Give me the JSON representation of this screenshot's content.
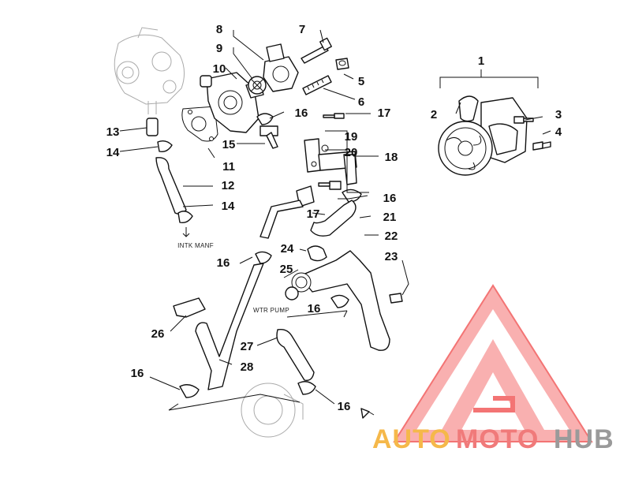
{
  "diagram": {
    "callouts": [
      "1",
      "2",
      "3",
      "4",
      "5",
      "6",
      "7",
      "8",
      "9",
      "10",
      "11",
      "12",
      "13",
      "14",
      "14",
      "15",
      "16",
      "16",
      "16",
      "16",
      "16",
      "16",
      "17",
      "17",
      "18",
      "19",
      "20",
      "21",
      "22",
      "23",
      "24",
      "25",
      "26",
      "27",
      "28"
    ],
    "notes": {
      "intake": "INTK MANF",
      "water_pump": "WTR PUMP"
    }
  },
  "watermark": {
    "part1": "AUTO",
    "part2": "MOTO",
    "part3": "HUB",
    "colors": {
      "triangle": "#f25c5c",
      "auto": "#f5b84a",
      "moto": "#f07a7a",
      "hub": "#9a9a9a"
    }
  }
}
